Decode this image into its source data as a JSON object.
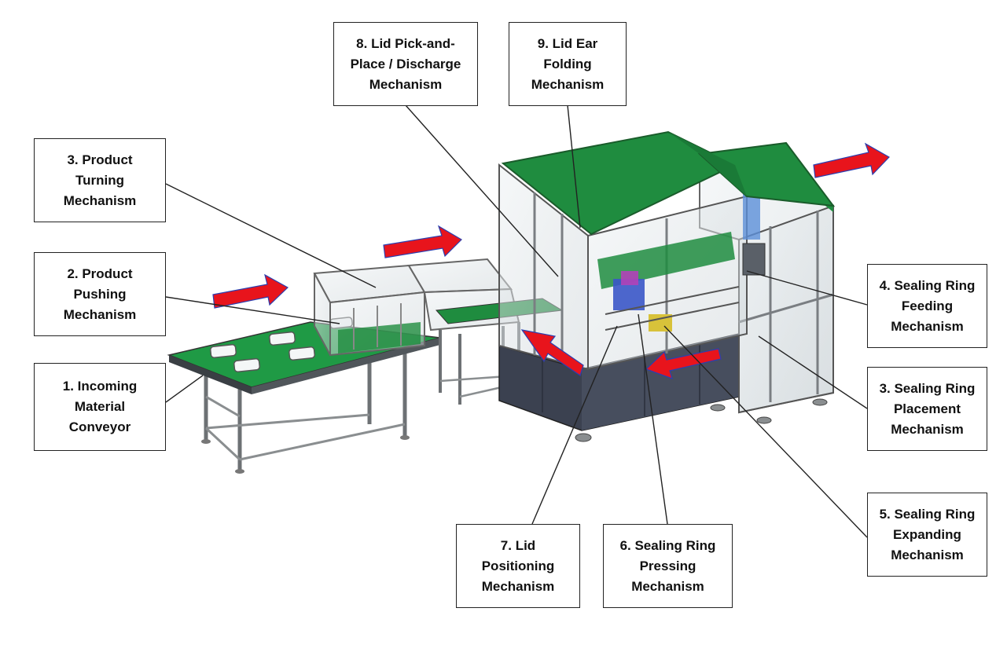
{
  "labels": {
    "lid_pick_place": "8. Lid Pick-and-\nPlace / Discharge\nMechanism",
    "lid_ear_folding": "9. Lid Ear\nFolding\nMechanism",
    "product_turning": "3. Product\nTurning\nMechanism",
    "product_pushing": "2. Product\nPushing\nMechanism",
    "incoming_conveyor": "1. Incoming\nMaterial\nConveyor",
    "ring_feeding": "4. Sealing Ring\nFeeding\nMechanism",
    "ring_placement": "3. Sealing Ring\nPlacement\nMechanism",
    "ring_expanding": "5. Sealing Ring\nExpanding\nMechanism",
    "lid_positioning": "7. Lid\nPositioning\nMechanism",
    "ring_pressing": "6. Sealing Ring\nPressing\nMechanism"
  },
  "colors": {
    "flow_arrow": "#e8141c",
    "arrow_outline": "#2b3fb0",
    "panel_green": "#1f8c3f",
    "frame_grey": "#b9bcbe",
    "cabinet_dark": "#3b4150"
  }
}
